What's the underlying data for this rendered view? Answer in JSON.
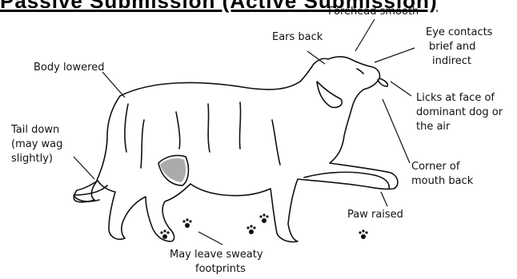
{
  "title": "Passive Submission (Active Submission)",
  "labels": {
    "forehead": "Forehead smooth",
    "ears": "Ears back",
    "eye_line1": "Eye contacts",
    "eye_line2": "brief and",
    "eye_line3": "indirect",
    "body": "Body lowered",
    "licks_line1": "Licks at face of",
    "licks_line2": "dominant dog or",
    "licks_line3": "the air",
    "tail_line1": "Tail down",
    "tail_line2": "(may wag",
    "tail_line3": "slightly)",
    "mouth_line1": "Corner of",
    "mouth_line2": "mouth back",
    "paw": "Paw raised",
    "sweat_line1": "May leave sweaty",
    "sweat_line2": "footprints"
  },
  "colors": {
    "ink": "#111111",
    "background": "#ffffff"
  }
}
